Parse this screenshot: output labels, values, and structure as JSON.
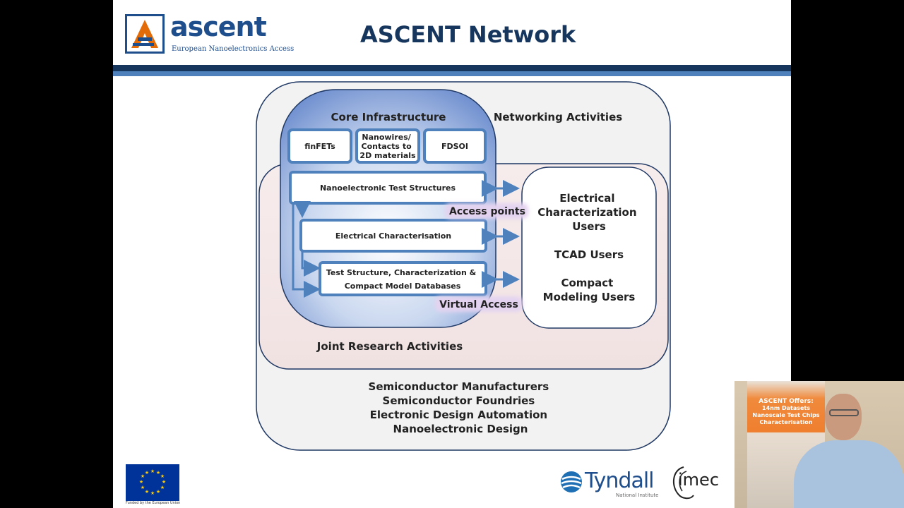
{
  "slide": {
    "title": "ASCENT Network",
    "logo": {
      "word": "ascent",
      "tagline": "European Nanoelectronics Access"
    },
    "footer": {
      "eu_caption": "Funded by the European Union",
      "tyndall": {
        "name": "Tyndall",
        "sub": "National Institute"
      },
      "imec": "imec"
    }
  },
  "diagram": {
    "networking_label": "Networking Activities",
    "core_label": "Core Infrastructure",
    "tech_boxes": [
      {
        "lines": [
          "finFETs"
        ]
      },
      {
        "lines": [
          "Nanowires/",
          "Contacts to",
          "2D materials"
        ]
      },
      {
        "lines": [
          "FDSOI"
        ]
      }
    ],
    "stages": [
      {
        "lines": [
          "Nanoelectronic Test Structures"
        ]
      },
      {
        "lines": [
          "Electrical Characterisation"
        ]
      },
      {
        "lines": [
          "Test Structure, Characterization &",
          "Compact Model Databases"
        ]
      }
    ],
    "access_points_label": "Access points",
    "virtual_access_label": "Virtual Access",
    "users": [
      {
        "lines": [
          "Electrical",
          "Characterization",
          "Users"
        ]
      },
      {
        "lines": [
          "TCAD Users"
        ]
      },
      {
        "lines": [
          "Compact",
          "Modeling Users"
        ]
      }
    ],
    "jra_label": "Joint Research Activities",
    "outer_list": [
      "Semiconductor Manufacturers",
      "Semiconductor Foundries",
      "Electronic Design Automation",
      "Nanoelectronic Design"
    ]
  },
  "webcam": {
    "poster_lines": [
      "ASCENT Offers:",
      "14nm Datasets",
      "Nanoscale Test Chips",
      "Characterisation"
    ]
  },
  "colors": {
    "navy": "#17365d",
    "blue": "#4f81bd",
    "outline": "#1f3864",
    "core_fill": "#8eaadb",
    "jra_fill": "#f4e6e6",
    "outer_fill": "#f2f2f2",
    "label_glow": "#e4d3f0"
  }
}
